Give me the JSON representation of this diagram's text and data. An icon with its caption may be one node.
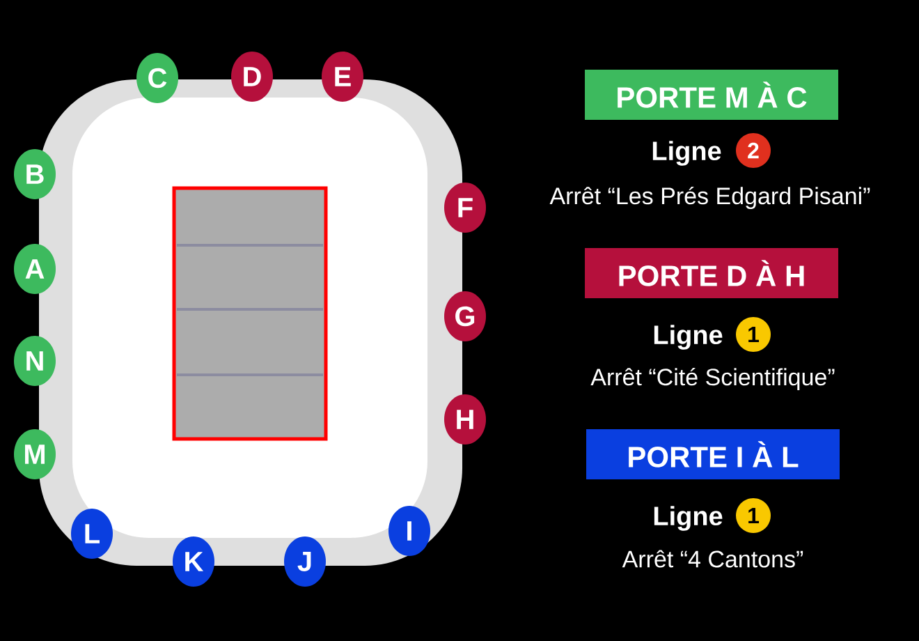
{
  "diagram": {
    "nodes": [
      {
        "text": [
          "D"
        ]
      },
      {
        "text": [
          "E"
        ]
      },
      {
        "text": [
          "C"
        ]
      },
      {
        "text": [
          "B"
        ]
      },
      {
        "text": [
          "F"
        ]
      },
      {
        "text": [
          "A"
        ]
      },
      {
        "text": [
          "G"
        ]
      },
      {
        "text": [
          "N"
        ]
      },
      {
        "text": [
          "H"
        ]
      },
      {
        "text": [
          "M"
        ]
      },
      {
        "text": [
          "I"
        ]
      },
      {
        "text": [
          "L"
        ]
      },
      {
        "text": [
          "K"
        ]
      },
      {
        "text": [
          "J"
        ]
      },
      {
        "text": [
          "PORTE M À C"
        ]
      },
      {
        "text": [
          "2"
        ]
      },
      {
        "text": [
          "PORTE D À H"
        ]
      },
      {
        "text": [
          "1"
        ]
      },
      {
        "text": [
          "PORTE I À L"
        ]
      },
      {
        "text": [
          "1"
        ]
      }
    ],
    "labels": [
      "Ligne",
      "Arrêt “Les Prés Edgard Pisani”",
      "Ligne",
      "Arrêt “Cité Scientifique”",
      "Ligne",
      "Arrêt “4 Cantons”"
    ]
  }
}
